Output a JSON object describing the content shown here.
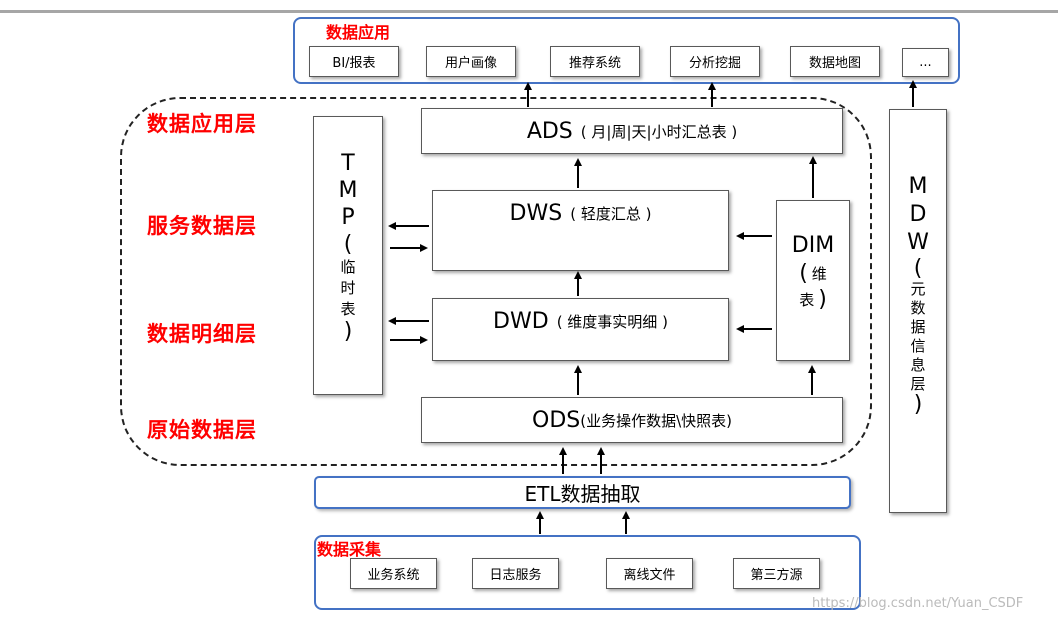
{
  "sections": {
    "data_app": "数据应用",
    "data_collect": "数据采集"
  },
  "apps": [
    "BI/报表",
    "用户画像",
    "推荐系统",
    "分析挖掘",
    "数据地图",
    "..."
  ],
  "layers": {
    "app": "数据应用层",
    "service": "服务数据层",
    "detail": "数据明细层",
    "raw": "原始数据层"
  },
  "boxes": {
    "ads_main": "ADS",
    "ads_sub": "( 月|周|天|小时汇总表 )",
    "dws_main": "DWS",
    "dws_sub": "( 轻度汇总 )",
    "dwd_main": "DWD",
    "dwd_sub": "( 维度事实明细 )",
    "ods_main": "ODS",
    "ods_sub": "(业务操作数据\\快照表)",
    "etl": "ETL数据抽取"
  },
  "tmp": {
    "latin": [
      "T",
      "M",
      "P"
    ],
    "sub": [
      "(",
      "临",
      "时",
      "表",
      ")"
    ]
  },
  "dim": {
    "latin": "DIM",
    "sub": [
      "(",
      "维",
      "表",
      ")"
    ]
  },
  "mdw": {
    "latin": [
      "M",
      "D",
      "W"
    ],
    "sub": [
      "(",
      "元",
      "数",
      "据",
      "信",
      "息",
      "层",
      ")"
    ]
  },
  "sources": [
    "业务系统",
    "日志服务",
    "离线文件",
    "第三方源"
  ],
  "watermark": "https://blog.csdn.net/Yuan_CSDF"
}
